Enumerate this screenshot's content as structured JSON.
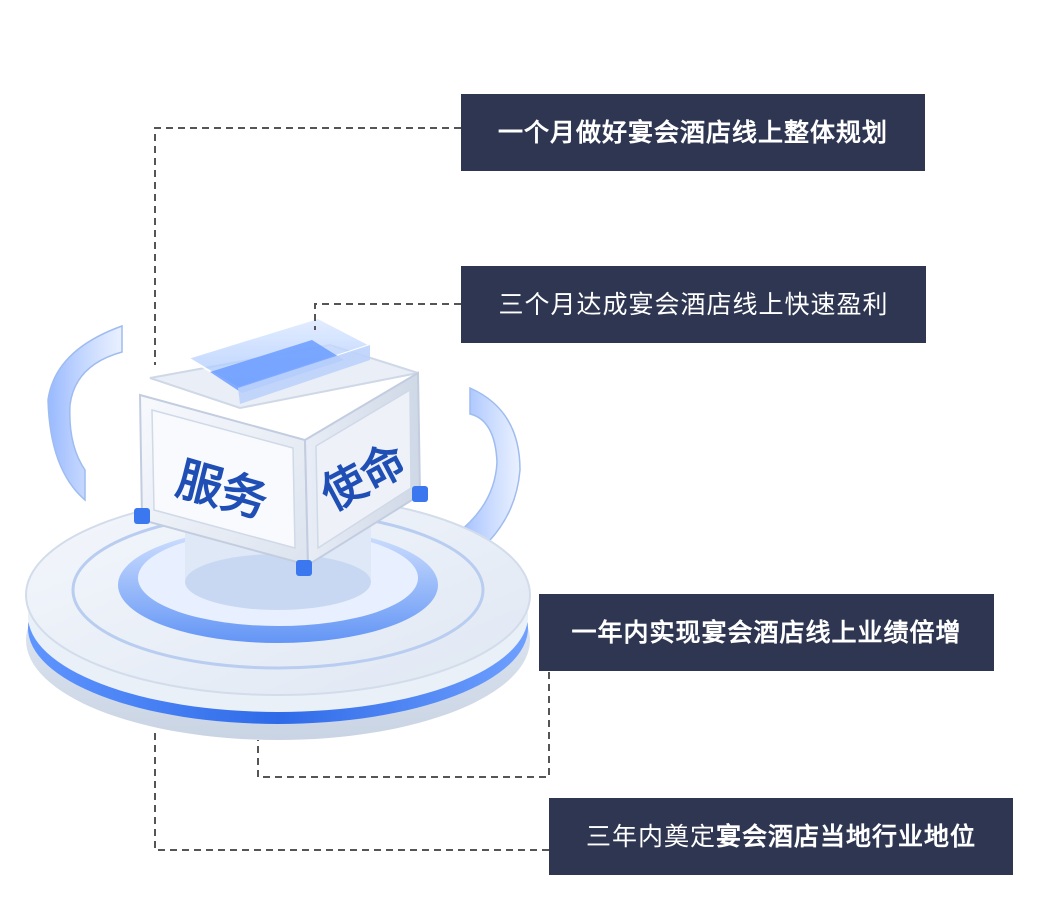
{
  "cube": {
    "front_text": "服务",
    "side_text": "使命"
  },
  "goals": [
    {
      "lead": "一个月做好",
      "rest": "宴会酒店线上整体规划"
    },
    {
      "lead": "三个月达成",
      "rest": "宴会酒店线上快速盈利"
    },
    {
      "lead": "一年内实现",
      "rest": "宴会酒店线上业绩倍增"
    },
    {
      "lead": "三年内奠定",
      "rest": "宴会酒店当地行业地位"
    }
  ],
  "colors": {
    "label_bg": "#2f3652",
    "label_text": "#ffffff",
    "accent_blue": "#2f6be8",
    "cube_text": "#1f4fb5",
    "connector": "#555555"
  }
}
